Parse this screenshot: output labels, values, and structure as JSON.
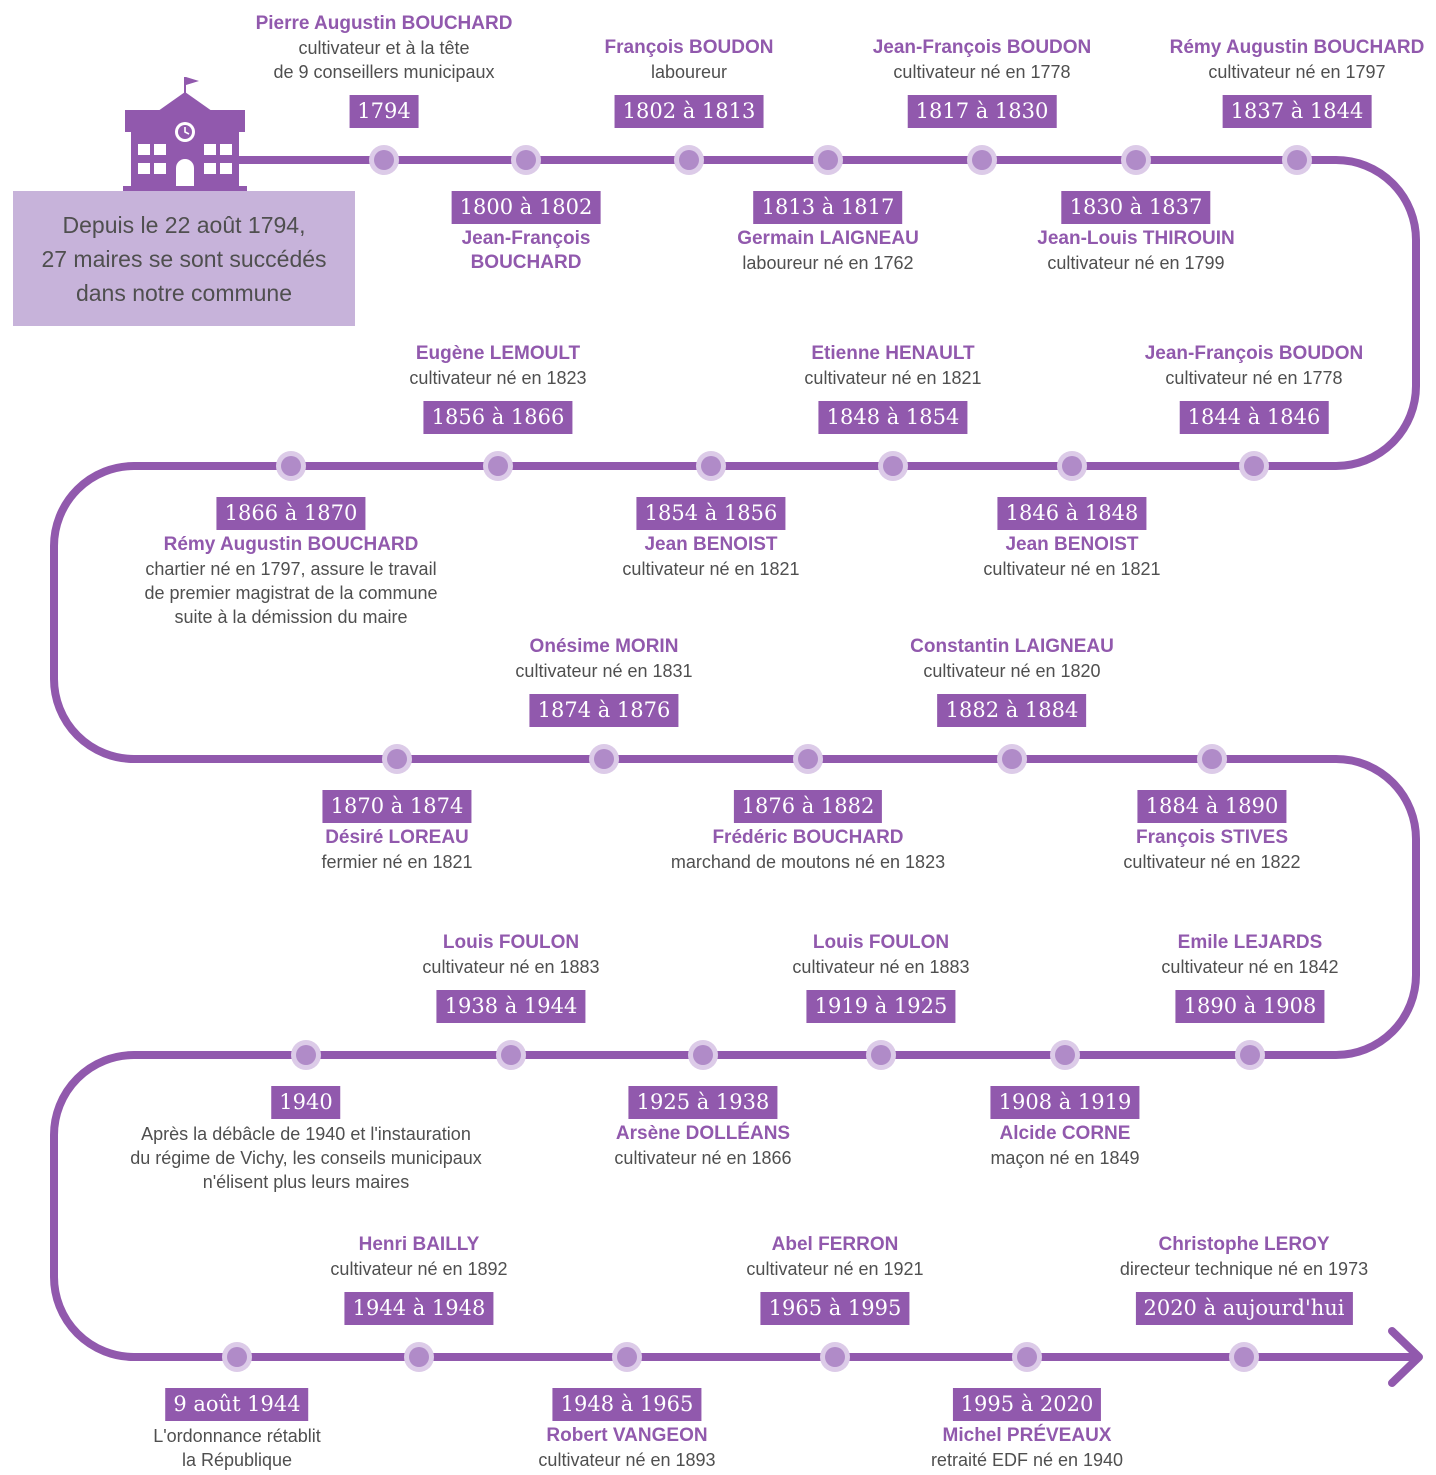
{
  "intro": "Depuis le 22 août 1794,\n27 maires se sont succédés\ndans notre commune",
  "colors": {
    "accent": "#9159ad",
    "node_fill": "#b08bc8",
    "node_ring": "#dccbe8",
    "intro_bg": "#c7b3da",
    "text": "#4f4f4f"
  },
  "icons": {
    "townhall": "town-hall-icon",
    "arrow": "arrow-head-icon"
  },
  "entries": [
    {
      "name": "Pierre Augustin BOUCHARD",
      "desc": "cultivateur et à la tête\nde 9 conseillers municipaux",
      "date": "1794"
    },
    {
      "name": "Jean-François\nBOUCHARD",
      "desc": "",
      "date": "1800 à 1802"
    },
    {
      "name": "François BOUDON",
      "desc": "laboureur",
      "date": "1802 à 1813"
    },
    {
      "name": "Germain LAIGNEAU",
      "desc": "laboureur né en 1762",
      "date": "1813 à 1817"
    },
    {
      "name": "Jean-François BOUDON",
      "desc": "cultivateur né en 1778",
      "date": "1817 à 1830"
    },
    {
      "name": "Jean-Louis THIROUIN",
      "desc": "cultivateur né en 1799",
      "date": "1830 à 1837"
    },
    {
      "name": "Rémy Augustin BOUCHARD",
      "desc": "cultivateur né en 1797",
      "date": "1837 à 1844"
    },
    {
      "name": "Jean-François BOUDON",
      "desc": "cultivateur né en 1778",
      "date": "1844 à 1846"
    },
    {
      "name": "Jean BENOIST",
      "desc": "cultivateur né en 1821",
      "date": "1846 à 1848"
    },
    {
      "name": "Etienne HENAULT",
      "desc": "cultivateur né en 1821",
      "date": "1848 à 1854"
    },
    {
      "name": "Jean BENOIST",
      "desc": "cultivateur né en 1821",
      "date": "1854 à 1856"
    },
    {
      "name": "Eugène LEMOULT",
      "desc": "cultivateur né en 1823",
      "date": "1856 à 1866"
    },
    {
      "name": "Rémy Augustin BOUCHARD",
      "desc": "chartier né en 1797, assure le travail\nde premier magistrat de la commune\nsuite à la démission du maire",
      "date": "1866 à 1870"
    },
    {
      "name": "Désiré LOREAU",
      "desc": "fermier né en 1821",
      "date": "1870 à 1874"
    },
    {
      "name": "Onésime MORIN",
      "desc": "cultivateur né en 1831",
      "date": "1874 à 1876"
    },
    {
      "name": "Frédéric BOUCHARD",
      "desc": "marchand de moutons né en 1823",
      "date": "1876 à 1882"
    },
    {
      "name": "Constantin LAIGNEAU",
      "desc": "cultivateur né en 1820",
      "date": "1882 à 1884"
    },
    {
      "name": "François STIVES",
      "desc": "cultivateur né en 1822",
      "date": "1884 à 1890"
    },
    {
      "name": "Emile LEJARDS",
      "desc": "cultivateur né en 1842",
      "date": "1890 à 1908"
    },
    {
      "name": "Alcide CORNE",
      "desc": "maçon né en 1849",
      "date": "1908 à 1919"
    },
    {
      "name": "Louis FOULON",
      "desc": "cultivateur né en 1883",
      "date": "1919 à 1925"
    },
    {
      "name": "Arsène DOLLÉANS",
      "desc": "cultivateur né en 1866",
      "date": "1925 à 1938"
    },
    {
      "name": "Louis FOULON",
      "desc": "cultivateur né en 1883",
      "date": "1938 à 1944"
    },
    {
      "name": "",
      "desc": "Après la débâcle de 1940 et l'instauration\ndu régime de Vichy, les conseils municipaux\nn'élisent plus leurs maires",
      "date": "1940"
    },
    {
      "name": "",
      "desc": "L'ordonnance rétablit\nla République",
      "date": "9 août 1944"
    },
    {
      "name": "Henri BAILLY",
      "desc": "cultivateur né en 1892",
      "date": "1944 à 1948"
    },
    {
      "name": "Robert VANGEON",
      "desc": "cultivateur né en 1893",
      "date": "1948 à 1965"
    },
    {
      "name": "Abel FERRON",
      "desc": "cultivateur né en 1921",
      "date": "1965 à 1995"
    },
    {
      "name": "Michel PRÉVEAUX",
      "desc": "retraité EDF né en 1940",
      "date": "1995 à 2020"
    },
    {
      "name": "Christophe LEROY",
      "desc": "directeur technique né en 1973",
      "date": "2020 à aujourd'hui"
    }
  ]
}
